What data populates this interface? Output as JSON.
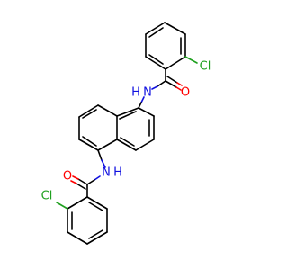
{
  "molecule": {
    "atoms": {
      "cl_top": "Cl",
      "o_top": "O",
      "n_top": "N",
      "h_top": "H",
      "n_bottom": "N",
      "h_bottom": "H",
      "o_bottom": "O",
      "cl_bottom": "Cl"
    },
    "colors": {
      "carbon": "#000000",
      "oxygen": "#ff0000",
      "nitrogen": "#1010e0",
      "chlorine": "#1fa01f"
    }
  }
}
